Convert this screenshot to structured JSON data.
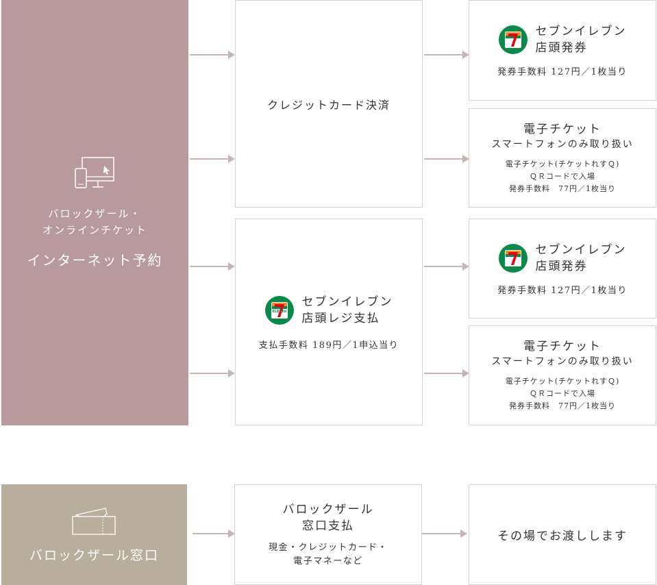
{
  "internet": {
    "sub_line1": "バロックザール・",
    "sub_line2": "オンラインチケット",
    "title": "インターネット予約"
  },
  "window": {
    "title": "バロックザール窓口"
  },
  "credit": {
    "label": "クレジットカード決済"
  },
  "seven_pay": {
    "line1": "セブンイレブン",
    "line2": "店頭レジ支払",
    "fee": "支払手数料 189円／1申込当り"
  },
  "seven_issue_1": {
    "line1": "セブンイレブン",
    "line2": "店頭発券",
    "fee": "発券手数料 127円／1枚当り"
  },
  "eticket_1": {
    "title": "電子チケット",
    "subtitle": "スマートフォンのみ取り扱い",
    "note1": "電子チケット(チケットれすＱ)",
    "note2": "ＱＲコードで入場",
    "note3": "発券手数料　77円／1枚当り"
  },
  "seven_issue_2": {
    "line1": "セブンイレブン",
    "line2": "店頭発券",
    "fee": "発券手数料 127円／1枚当り"
  },
  "eticket_2": {
    "title": "電子チケット",
    "subtitle": "スマートフォンのみ取り扱い",
    "note1": "電子チケット(チケットれすＱ)",
    "note2": "ＱＲコードで入場",
    "note3": "発券手数料　77円／1枚当り"
  },
  "counter_pay": {
    "line1": "バロックザール",
    "line2": "窓口支払",
    "note1": "現金・クレジットカード・",
    "note2": "電子マネーなど"
  },
  "handover": {
    "label": "その場でお渡しします"
  },
  "logo": {
    "text": "ELEVEn",
    "numeral": "7"
  },
  "colors": {
    "internet_panel": "#b89a9c",
    "window_panel": "#b9ae9b",
    "arrow": "#c7b4b4",
    "seven_green": "#0a8a4a",
    "seven_orange": "#f28c1a",
    "seven_red": "#e60012"
  }
}
